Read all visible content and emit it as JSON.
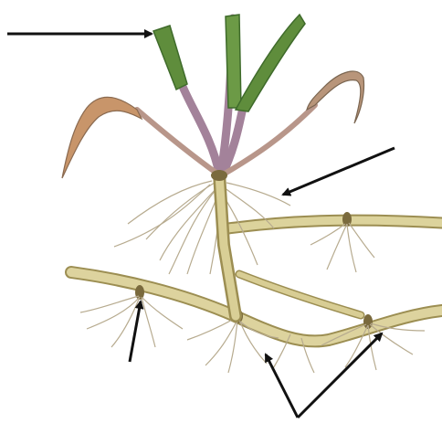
{
  "figure": {
    "subject": "rhizome-plant",
    "colors": {
      "leaf_green": "#5f8d3c",
      "leaf_dark": "#3f6b2b",
      "stem": "#b89b86",
      "stem_purple": "#a3829a",
      "dry_leaf": "#c8956a",
      "rhizome": "#d9cf96",
      "rhizome_edge": "#9c8e52",
      "root": "#b7ab8f",
      "node": "#7a6a3d",
      "arrow": "#111111"
    },
    "arrows": [
      "leaf-arrow",
      "root-arrow",
      "rhizome-arrow-left",
      "rhizome-arrow-bottom-left",
      "rhizome-arrow-bottom-right"
    ]
  }
}
